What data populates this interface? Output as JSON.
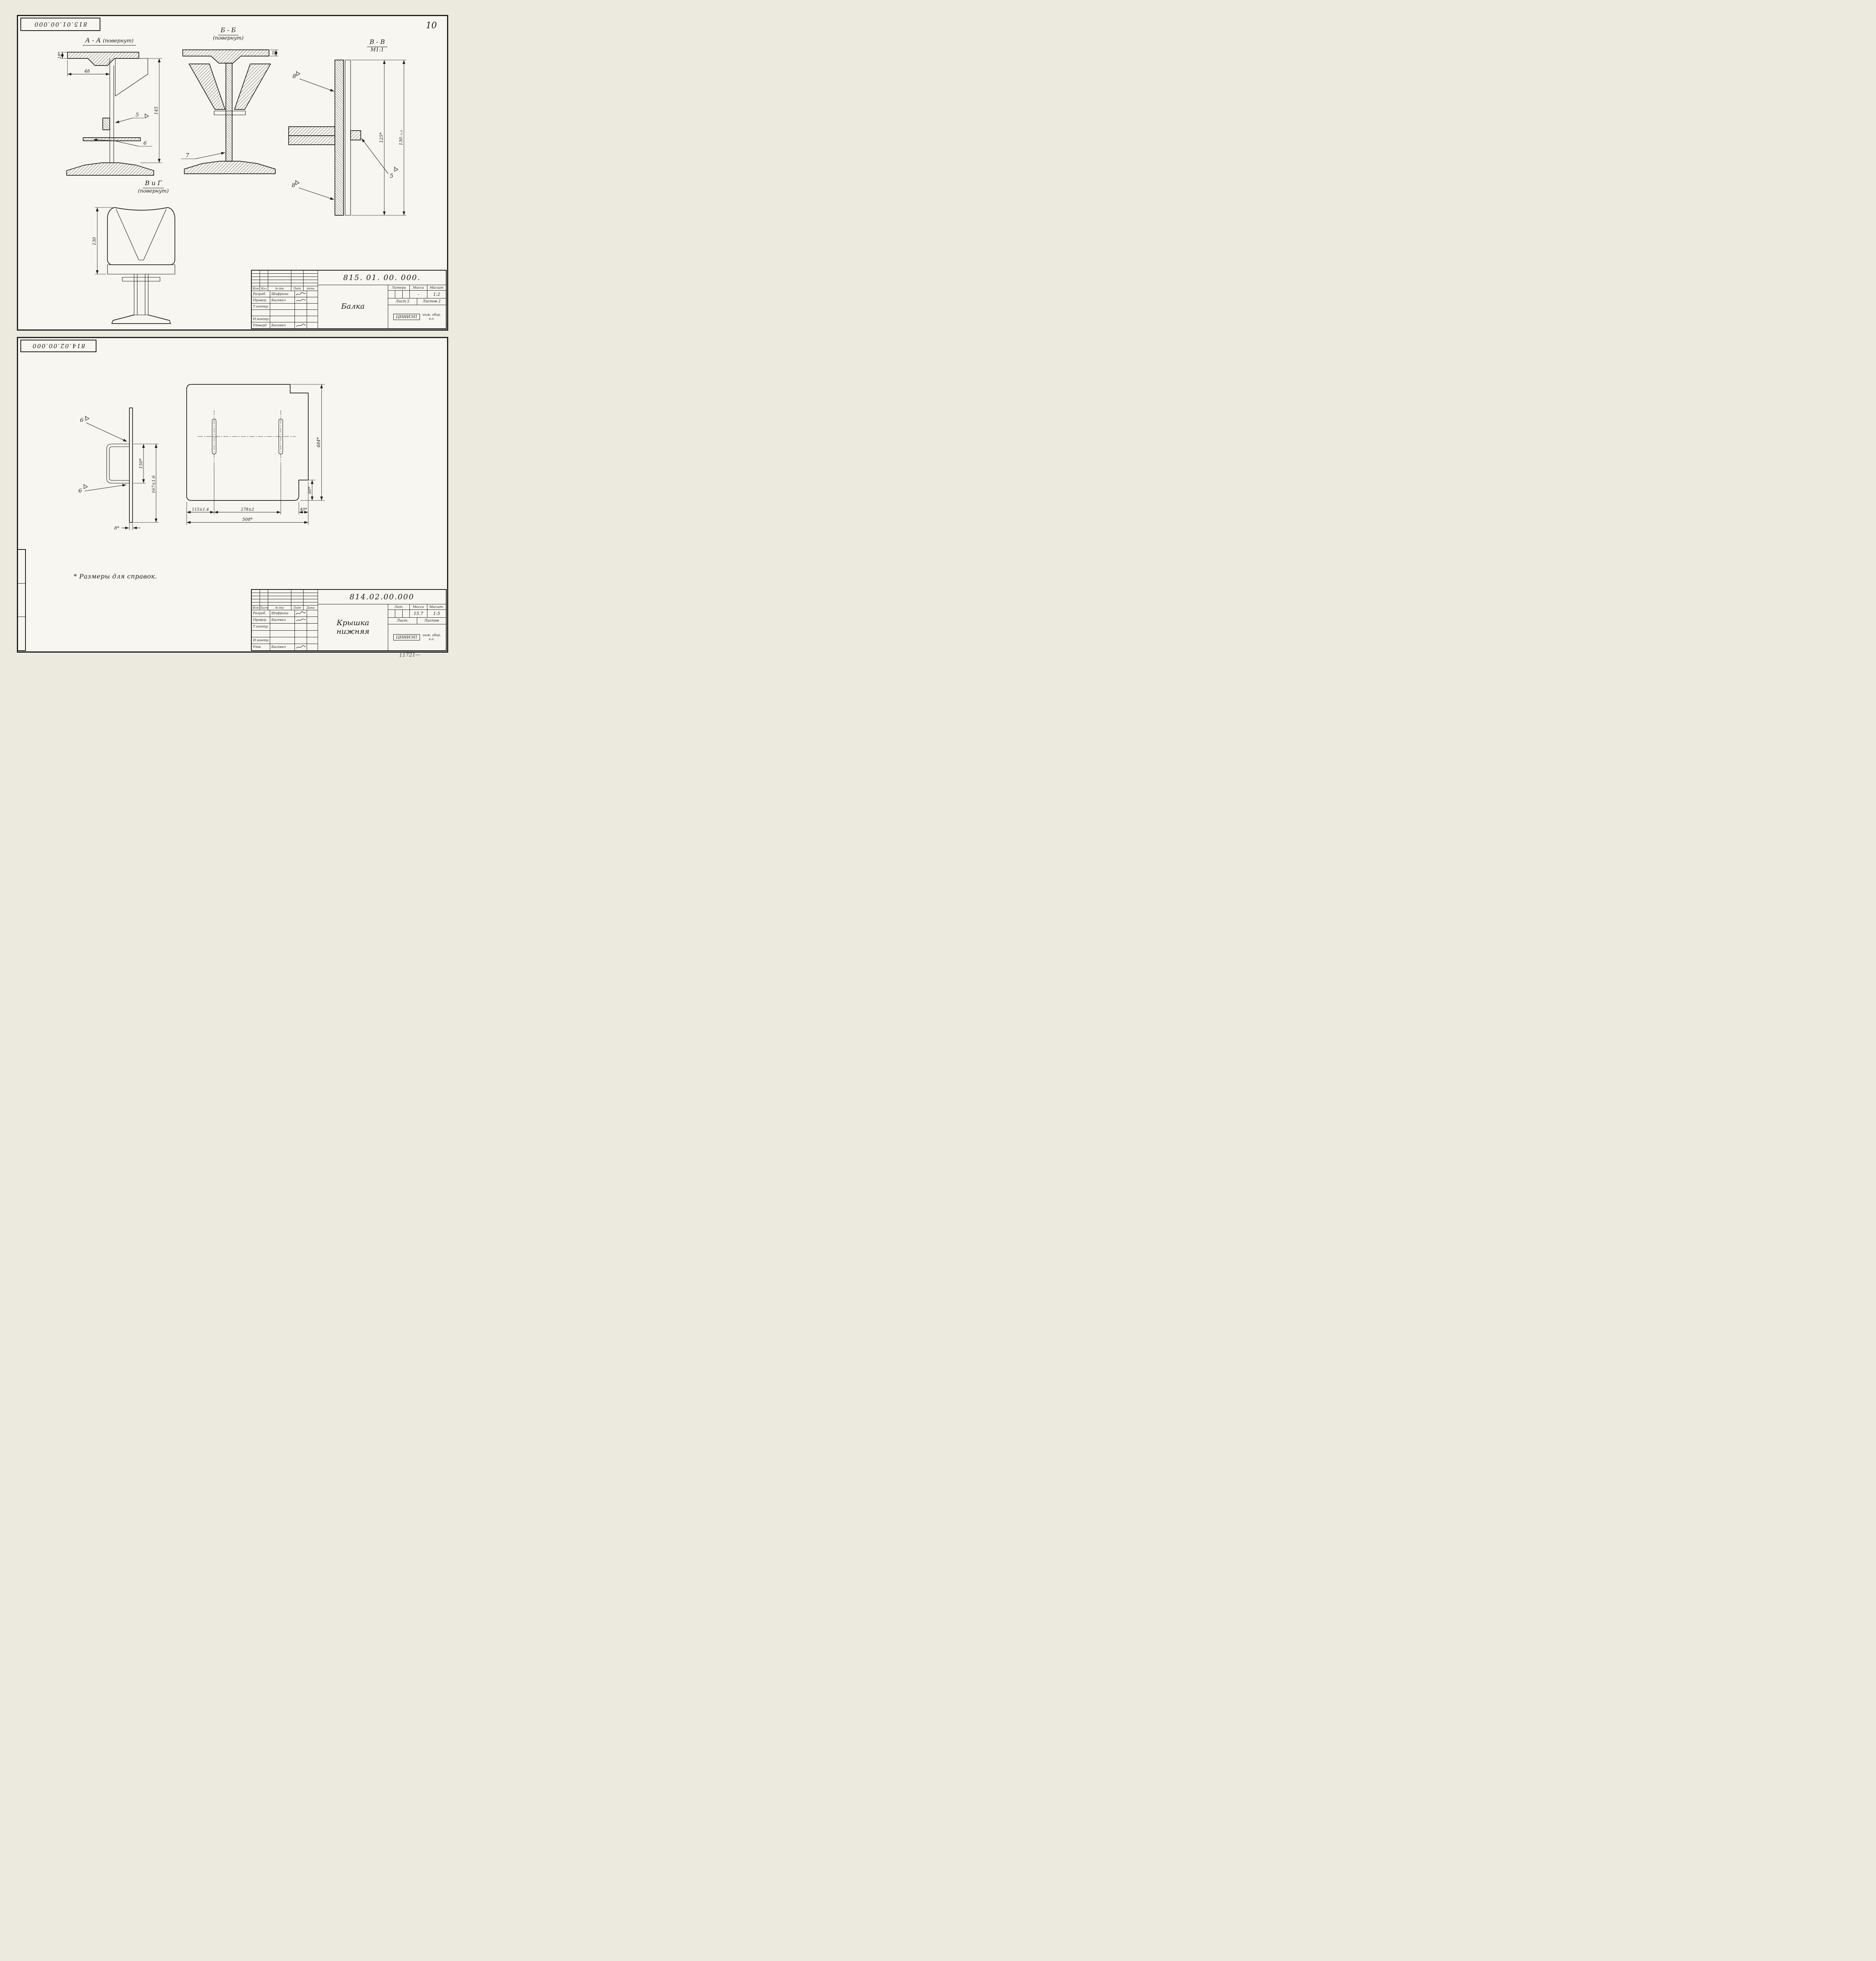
{
  "page": {
    "number": "10",
    "corner_note": "11721—"
  },
  "sheet1": {
    "corner_stamp": "815.01.00.000",
    "views": {
      "aa": {
        "title": "А - А",
        "subtitle": "(повернут)",
        "dim_18": "18*",
        "dim_48": "48",
        "dim_145": "145",
        "weld_5": "5",
        "callout_6": "6"
      },
      "bb": {
        "title": "Б - Б",
        "subtitle": "(повернут)",
        "dim_35": "35",
        "callout_7": "7"
      },
      "vv": {
        "title": "В - В",
        "scale": "М1:1",
        "dim_125": "125*",
        "dim_130": "130₋₁.₀",
        "weld_8_top": "8",
        "weld_8_bot": "8",
        "weld_5": "5"
      },
      "vg": {
        "title": "В и Г",
        "subtitle": "(повернут)",
        "dim_130": "130"
      }
    },
    "titleblock": {
      "doc_number": "815. 01. 00. 000.",
      "part_name": "Балка",
      "change_header": [
        "Изм",
        "Кол",
        "№ док",
        "Подп",
        "дата"
      ],
      "sig_rows": [
        {
          "role": "Разраб.",
          "name": "Шифрина"
        },
        {
          "role": "Провер.",
          "name": "Басевич"
        },
        {
          "role": "Т.контр.",
          "name": ""
        },
        {
          "role": "",
          "name": ""
        },
        {
          "role": "Н.контр.",
          "name": ""
        },
        {
          "role": "Утверд",
          "name": "Басевич"
        }
      ],
      "litera_label": "Литера",
      "mass_label": "Масса",
      "scale_label": "Масшт",
      "mass_value": "-",
      "scale_value": "1:2",
      "sheet_info": "Лист 2",
      "sheets_info": "Листов 2",
      "org_name": "ЦНИИЭП",
      "org_dept": "инж. обор.",
      "org_unit": "к.о."
    }
  },
  "sheet2": {
    "corner_stamp": "814.02.00.000",
    "views": {
      "bracket": {
        "weld_6_top": "6",
        "weld_6_bot": "6",
        "dim_150": "150*",
        "dim_167": "167±1.6",
        "dim_8": "8*"
      },
      "plate": {
        "dim_484": "484*",
        "dim_80": "80*",
        "dim_115": "115±1.4",
        "dim_278": "278±2",
        "dim_40": "40*",
        "dim_508": "508*"
      }
    },
    "note": "* Размеры для справок.",
    "titleblock": {
      "doc_number": "814.02.00.000",
      "part_name_1": "Крышка",
      "part_name_2": "нижняя",
      "change_header": [
        "Изм",
        "Лист",
        "№ док",
        "Подп",
        "Дата"
      ],
      "sig_rows": [
        {
          "role": "Разраб.",
          "name": "Шифрина"
        },
        {
          "role": "Провер.",
          "name": "Басевич"
        },
        {
          "role": "Т.контр.",
          "name": ""
        },
        {
          "role": "",
          "name": ""
        },
        {
          "role": "Н.контр.",
          "name": ""
        },
        {
          "role": "Утв.",
          "name": "Басевич"
        }
      ],
      "litera_label": "Лит.",
      "mass_label": "Масса",
      "scale_label": "Масшт.",
      "mass_value": "15.7",
      "scale_value": "1:5",
      "sheet_info": "Лист.",
      "sheets_info": "Листов",
      "org_name": "ЦНИИЭП",
      "org_dept": "инж. обор.",
      "org_unit": "к.о."
    }
  }
}
